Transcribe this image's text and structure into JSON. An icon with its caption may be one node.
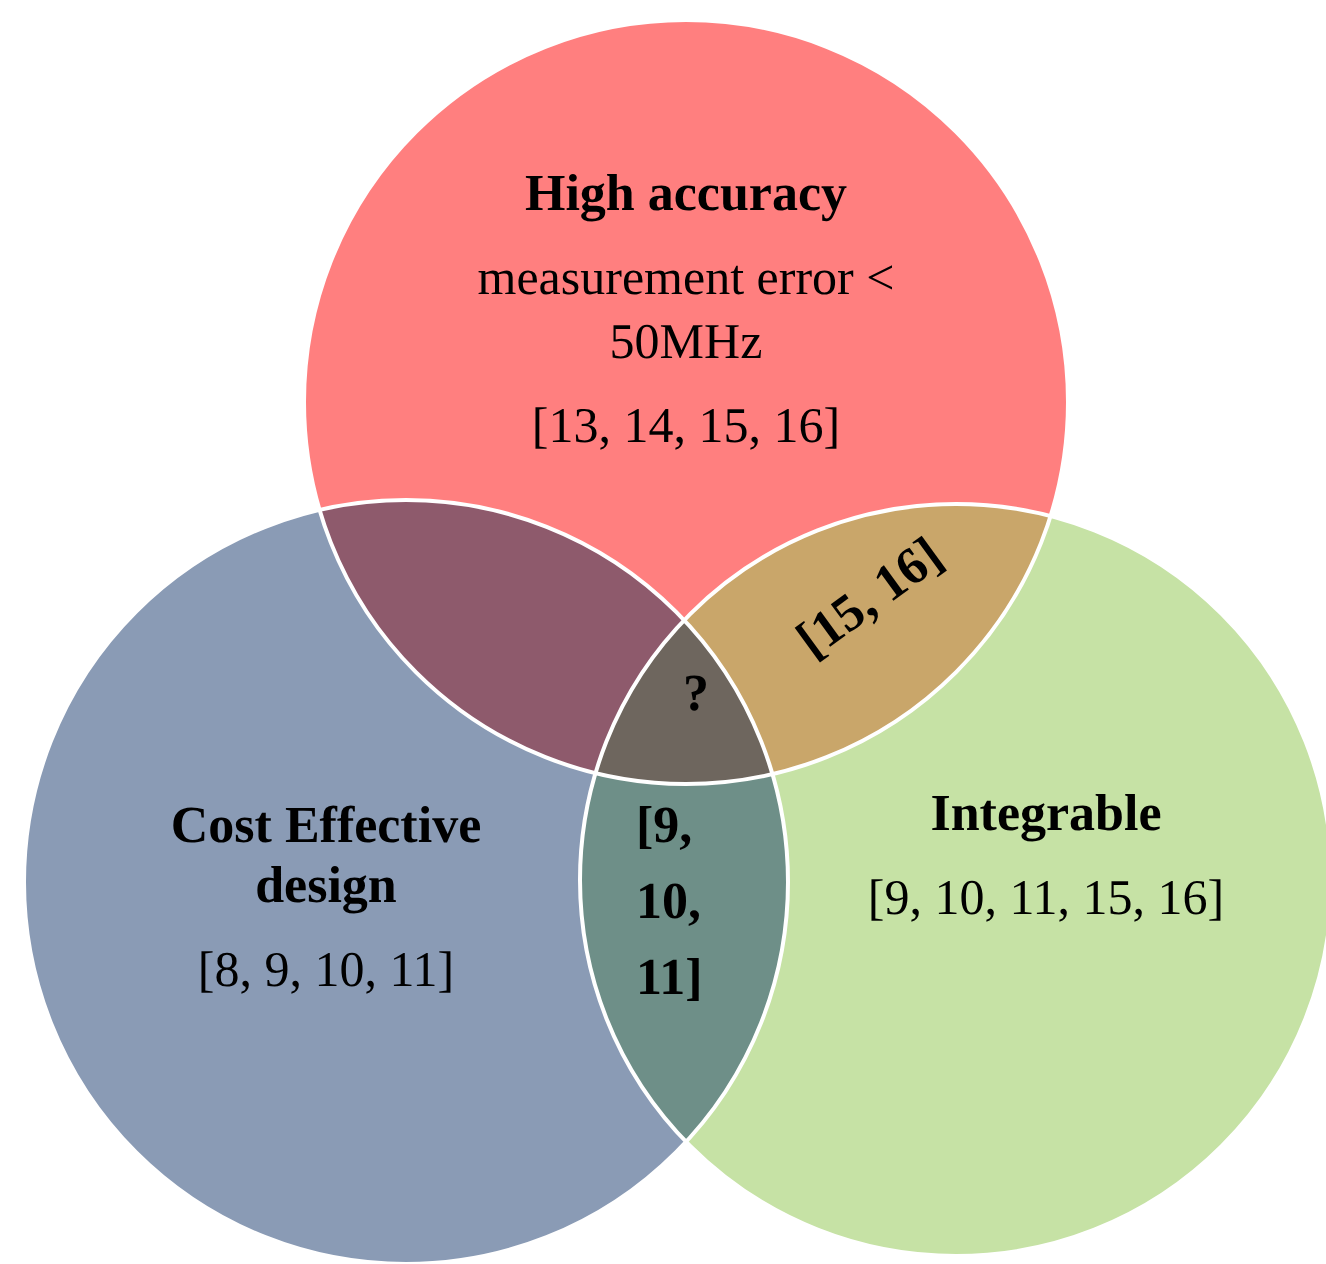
{
  "diagram": {
    "nodes": [
      {
        "text": [
          "High accuracy",
          "measurement error < 50MHz",
          "[13, 14, 15, 16]"
        ]
      },
      {
        "text": [
          "Cost Effective design",
          "[8, 9, 10, 11]"
        ]
      },
      {
        "text": [
          "Integrable",
          "[9, 10, 11, 15, 16]"
        ]
      },
      {
        "text": [
          "[15, 16]"
        ]
      },
      {
        "text": [
          "?"
        ]
      },
      {
        "text": [
          "[9, 10, 11]"
        ]
      }
    ]
  }
}
